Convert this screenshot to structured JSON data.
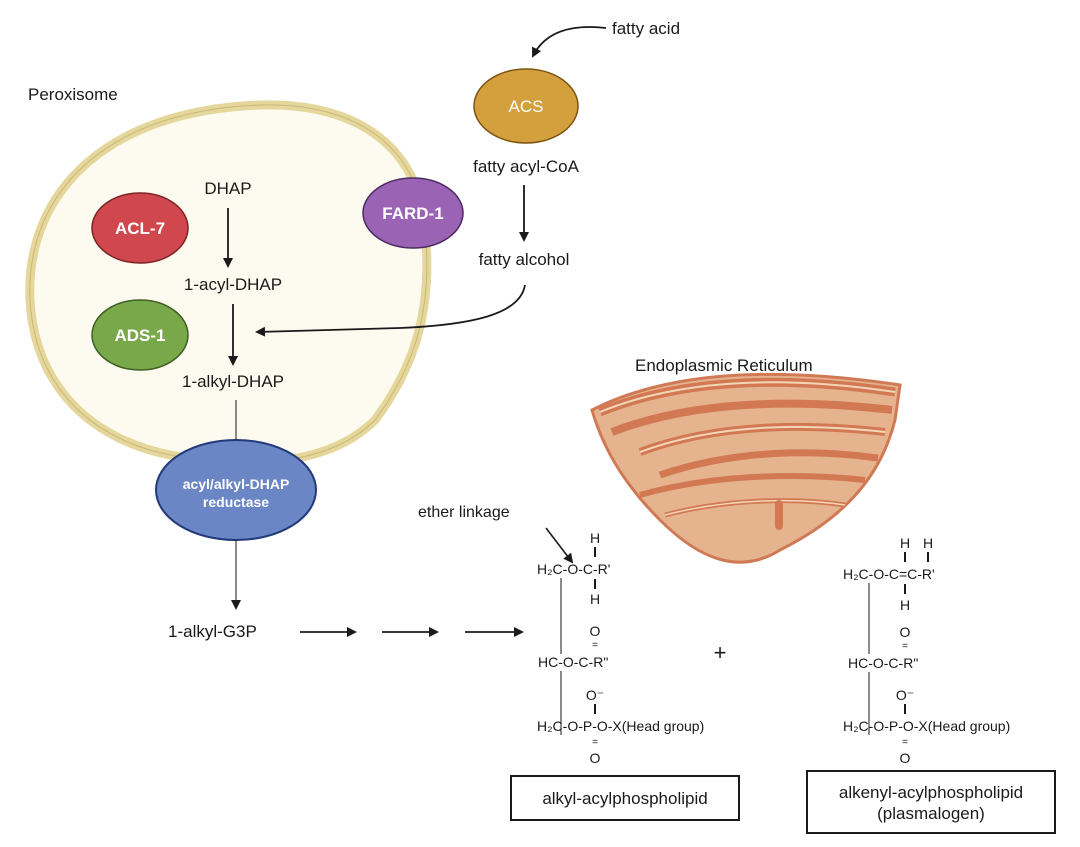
{
  "compartments": {
    "peroxisome": "Peroxisome",
    "er": "Endoplasmic Reticulum"
  },
  "enzymes": {
    "acl7": {
      "label": "ACL-7",
      "color": "#d0484e"
    },
    "ads1": {
      "label": "ADS-1",
      "color": "#79a84a"
    },
    "fard1": {
      "label": "FARD-1",
      "color": "#9b63b3"
    },
    "acs": {
      "label": "ACS",
      "color": "#d4a03e"
    },
    "reductase": {
      "line1": "acyl/alkyl-DHAP",
      "line2": "reductase",
      "color": "#6b86c4"
    }
  },
  "metabolites": {
    "dhap": "DHAP",
    "acyl_dhap": "1-acyl-DHAP",
    "alkyl_dhap": "1-alkyl-DHAP",
    "alkyl_g3p": "1-alkyl-G3P",
    "fatty_acid": "fatty acid",
    "fatty_acyl_coa": "fatty acyl-CoA",
    "fatty_alcohol": "fatty alcohol"
  },
  "annotations": {
    "ether_linkage": "ether linkage",
    "plus": "+"
  },
  "structures": {
    "alkyl": {
      "h_top": "H",
      "row1": "H₂C-O-C-R'",
      "h_bottom": "H",
      "o_top": "O",
      "row2": "HC-O-C-R\"",
      "o_minus": "O⁻",
      "row3": "H₂C-O-P-O-X(Head group)",
      "o_bottom": "O",
      "name": "alkyl-acylphospholipid"
    },
    "alkenyl": {
      "h_top1": "H",
      "h_top2": "H",
      "row1": "H₂C-O-C=C-R'",
      "h_bottom": "H",
      "o_top": "O",
      "row2": "HC-O-C-R\"",
      "o_minus": "O⁻",
      "row3": "H₂C-O-P-O-X(Head group)",
      "o_bottom": "O",
      "name_line1": "alkenyl-acylphospholipid",
      "name_line2": "(plasmalogen)"
    }
  }
}
